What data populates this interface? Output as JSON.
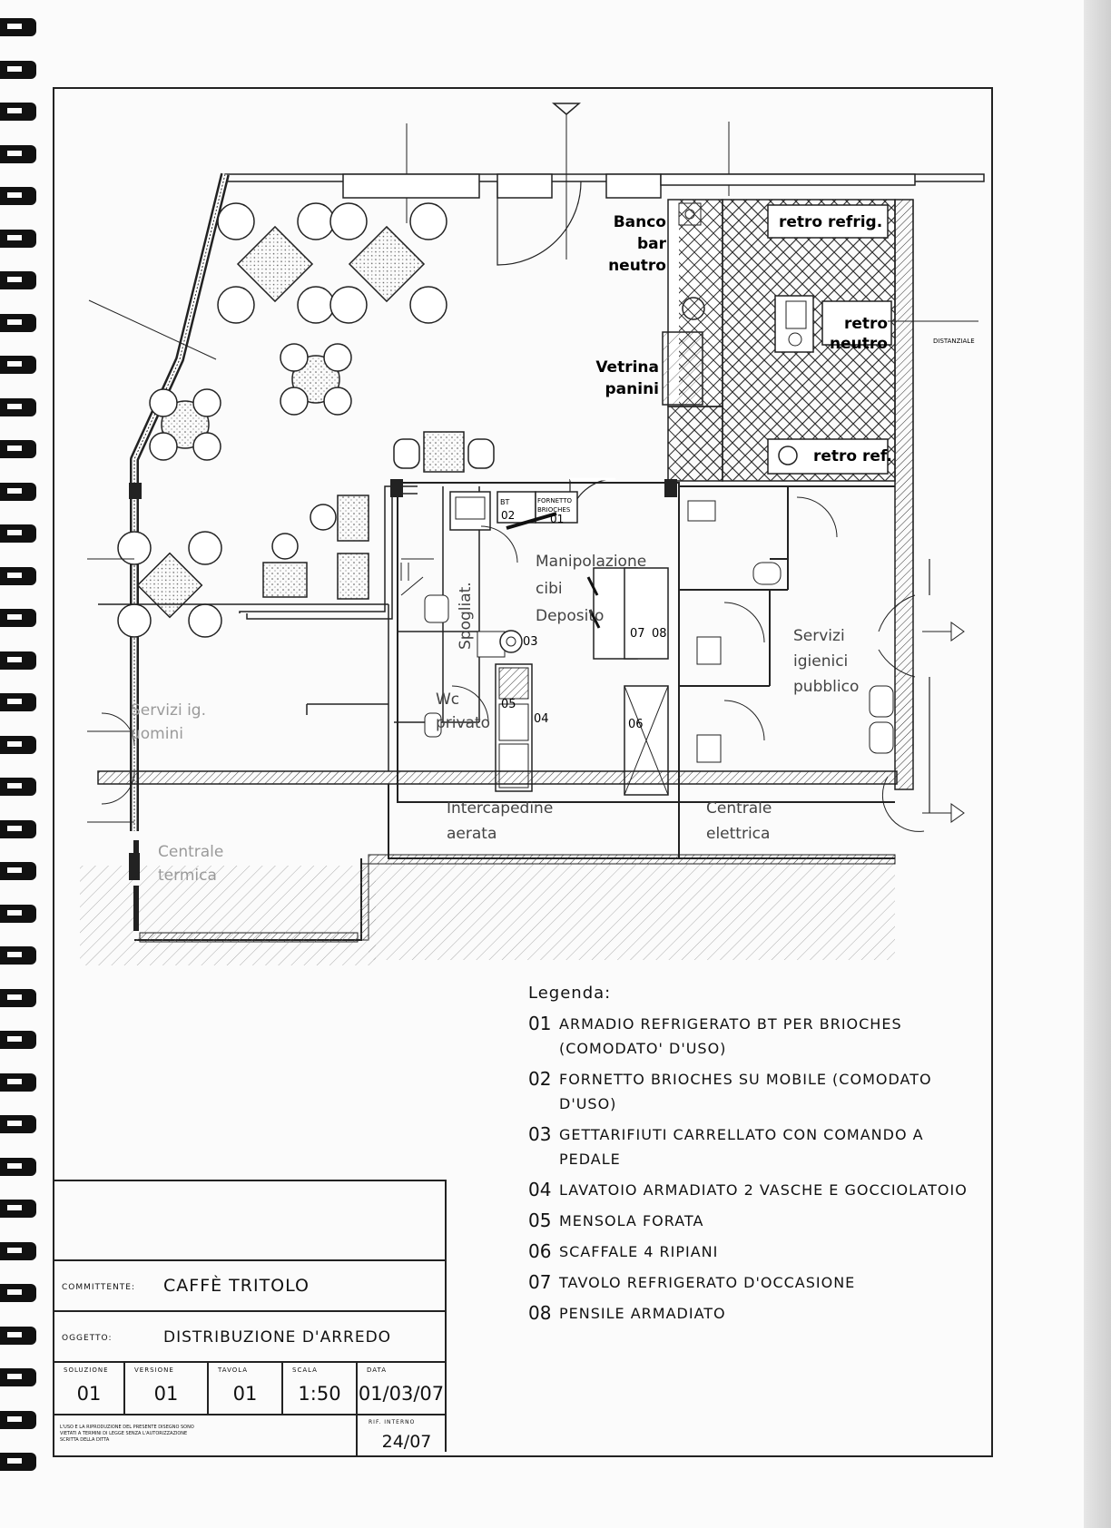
{
  "plan": {
    "rooms": {
      "banco": [
        "Banco",
        "bar",
        "neutro"
      ],
      "vetrina": [
        "Vetrina",
        "panini"
      ],
      "retro_refrig": "retro refrig.",
      "retro_neutro": [
        "retro",
        "neutro"
      ],
      "retro_ref": "retro ref.",
      "distanziale": "DISTANZIALE",
      "manipolazione": [
        "Manipolazione",
        "cibi"
      ],
      "deposito": "Deposito",
      "spogliat": "Spogliat.",
      "wc_privato": [
        "Wc",
        "privato"
      ],
      "servizi_pubblico": [
        "Servizi",
        "igienici",
        "pubblico"
      ],
      "servizi_uomini": [
        "Servizi ig.",
        "uomini"
      ],
      "intercapedine": [
        "Intercapedine",
        "aerata"
      ],
      "centrale_elettrica": [
        "Centrale",
        "elettrica"
      ],
      "centrale_termica": [
        "Centrale",
        "termica"
      ]
    },
    "item_codes": {
      "bt": "BT",
      "c01": "01",
      "c02": "02",
      "fornetto": [
        "FORNETTO",
        "BRIOCHES"
      ],
      "c03": "03",
      "c04": "04",
      "c05": "05",
      "c06": "06",
      "c07": "07",
      "c08": "08"
    }
  },
  "legend": {
    "title": "Legenda:",
    "items": [
      {
        "num": "01",
        "text": "Armadio refrigerato BT per brioches (comodato' d'uso)"
      },
      {
        "num": "02",
        "text": "Fornetto brioches su mobile (comodato d'uso)"
      },
      {
        "num": "03",
        "text": "Gettarifiuti carrellato con comando a pedale"
      },
      {
        "num": "04",
        "text": "Lavatoio armadiato 2 vasche e gocciolatoio"
      },
      {
        "num": "05",
        "text": "Mensola forata"
      },
      {
        "num": "06",
        "text": "Scaffale 4 ripiani"
      },
      {
        "num": "07",
        "text": "Tavolo refrigerato d'occasione"
      },
      {
        "num": "08",
        "text": "Pensile armadiato"
      }
    ]
  },
  "title_block": {
    "committente_label": "COMMITTENTE:",
    "committente_value": "CAFFÈ TRITOLO",
    "oggetto_label": "OGGETTO:",
    "oggetto_value": "DISTRIBUZIONE D'ARREDO",
    "soluzione_label": "SOLUZIONE",
    "soluzione_value": "01",
    "versione_label": "VERSIONE",
    "versione_value": "01",
    "tavola_label": "TAVOLA",
    "tavola_value": "01",
    "scala_label": "SCALA",
    "scala_value": "1:50",
    "data_label": "DATA",
    "data_value": "01/03/07",
    "rif_label": "RIF. INTERNO",
    "rif_value": "24/07",
    "disclaimer": [
      "L'USO E LA RIPRODUZIONE DEL PRESENTE DISEGNO SONO",
      "VIETATI A TERMINI DI LEGGE SENZA L'AUTORIZZAZIONE",
      "SCRITTA DELLA DITTA"
    ]
  }
}
